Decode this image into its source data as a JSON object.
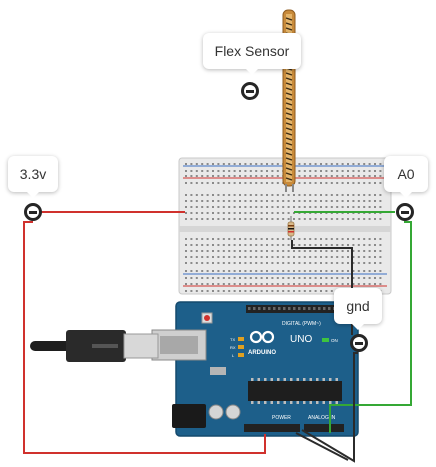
{
  "labels": {
    "flex_sensor": "Flex Sensor",
    "v33": "3.3v",
    "a0": "A0",
    "gnd": "gnd"
  },
  "board": {
    "brand": "ARDUINO",
    "model": "UNO",
    "digital_label": "DIGITAL (PWM~)",
    "analog_label": "ANALOG IN",
    "power_label": "POWER",
    "on_label": "ON",
    "tx_label": "TX",
    "rx_label": "RX",
    "l_label": "L"
  },
  "colors": {
    "wire_red": "#d0312d",
    "wire_green": "#35a835",
    "wire_black": "#2b2b2b",
    "arduino_blue": "#1d5f8a",
    "breadboard": "#e8e8e8",
    "flex_sensor": "#c88a3a"
  },
  "icons": [
    "minus-pin-icon",
    "usb-cable-icon",
    "arduino-logo-icon"
  ]
}
